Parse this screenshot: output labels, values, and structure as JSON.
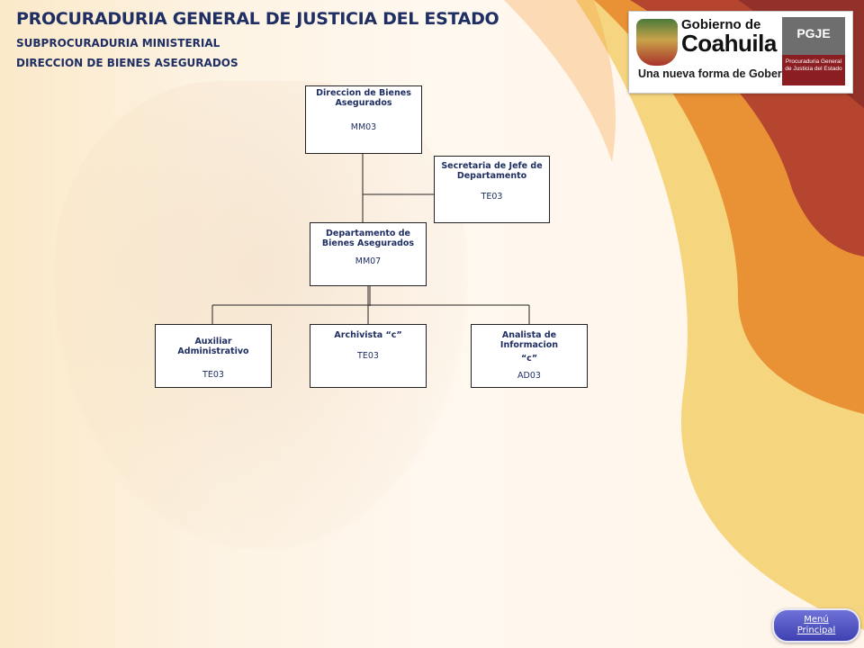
{
  "header": {
    "title": "PROCURADURIA GENERAL DE JUSTICIA DEL ESTADO",
    "subtitle1": "SUBPROCURADURIA MINISTERIAL",
    "subtitle2": "DIRECCION DE BIENES ASEGURADOS"
  },
  "logo": {
    "gobierno": "Gobierno de",
    "coahuila": "Coahuila",
    "slogan": "Una nueva forma de Gobernar",
    "pgje": "PGJE",
    "procuraduria": "Procuraduria General de Justicia del Estado"
  },
  "colors": {
    "title_text": "#1f2f63",
    "accent_orange": "#e8892e",
    "accent_yellow": "#e8c23a",
    "accent_red": "#a0302a",
    "menu_button": "#4a4dc0"
  },
  "org_chart": {
    "direccion": {
      "name": "Direccion de Bienes Asegurados",
      "code": "MM03"
    },
    "secretaria": {
      "name": "Secretaria de Jefe de Departamento",
      "code": "TE03"
    },
    "departamento": {
      "name": "Departamento de Bienes Asegurados",
      "code": "MM07"
    },
    "auxiliar": {
      "name": "Auxiliar Administrativo",
      "code": "TE03"
    },
    "archivista": {
      "name": "Archivista “c”",
      "code": "TE03"
    },
    "analista": {
      "name": "Analista de Informacion",
      "name2": "“c”",
      "code": "AD03"
    }
  },
  "menu": {
    "label_line1": "Menú",
    "label_line2": "Principal"
  }
}
